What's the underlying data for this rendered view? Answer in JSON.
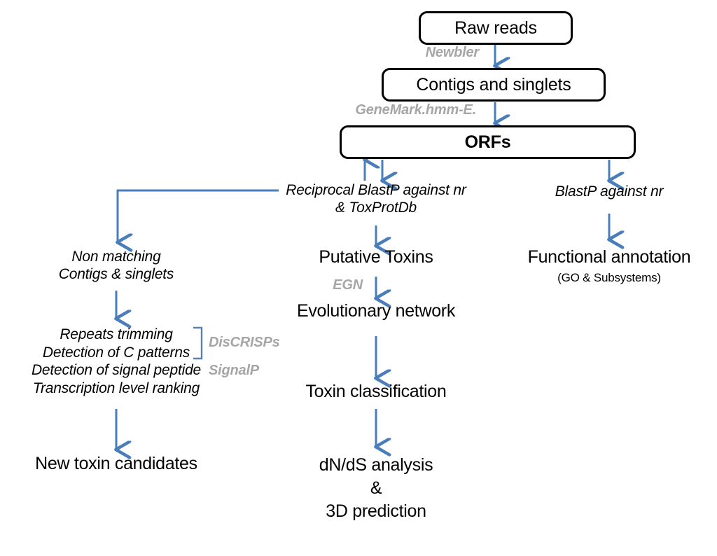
{
  "diagram": {
    "title": "Transcriptome-based toxin discovery pipeline",
    "accent_color": "#4a7ebb",
    "gray_color": "#a6a6a6",
    "box_border_color": "#000000",
    "background_color": "#ffffff"
  },
  "boxes": [
    {
      "id": "raw-reads",
      "label": "Raw reads",
      "bold": false
    },
    {
      "id": "contigs-singlets",
      "label": "Contigs and singlets",
      "bold": false
    },
    {
      "id": "orfs",
      "label": "ORFs",
      "bold": true
    }
  ],
  "edge_labels": [
    {
      "id": "newbler",
      "label": "Newbler"
    },
    {
      "id": "genemark",
      "label": "GeneMark.hmm-E."
    },
    {
      "id": "egn",
      "label": "EGN"
    },
    {
      "id": "discrisps",
      "label": "DisCRISPs"
    },
    {
      "id": "signalp",
      "label": "SignalP"
    }
  ],
  "branches": {
    "left": {
      "name": "non-matching-branch",
      "nodes": [
        {
          "id": "non-matching",
          "label": "Non matching\nContigs & singlets",
          "style": "italic"
        },
        {
          "id": "filter-steps",
          "label": "Repeats trimming\nDetection of C patterns\nDetection of signal peptide\nTranscription level ranking",
          "style": "italic"
        },
        {
          "id": "new-toxin-candidates",
          "label": "New toxin candidates",
          "style": "plain"
        }
      ]
    },
    "middle": {
      "name": "toxin-branch",
      "nodes": [
        {
          "id": "reciprocal-blastp",
          "label": "Reciprocal BlastP against nr\n& ToxProtDb",
          "style": "italic"
        },
        {
          "id": "putative-toxins",
          "label": "Putative Toxins",
          "style": "plain"
        },
        {
          "id": "evolutionary-network",
          "label": "Evolutionary network",
          "style": "plain"
        },
        {
          "id": "toxin-classification",
          "label": "Toxin classification",
          "style": "plain"
        },
        {
          "id": "dnds-3d",
          "label": "dN/dS analysis\n&\n3D prediction",
          "style": "plain"
        }
      ]
    },
    "right": {
      "name": "annotation-branch",
      "nodes": [
        {
          "id": "blastp-nr",
          "label": "BlastP against nr",
          "style": "italic"
        },
        {
          "id": "functional-annotation",
          "label": "Functional annotation",
          "style": "plain"
        },
        {
          "id": "functional-annotation-sub",
          "label": "(GO & Subsystems)",
          "style": "small"
        }
      ]
    }
  }
}
